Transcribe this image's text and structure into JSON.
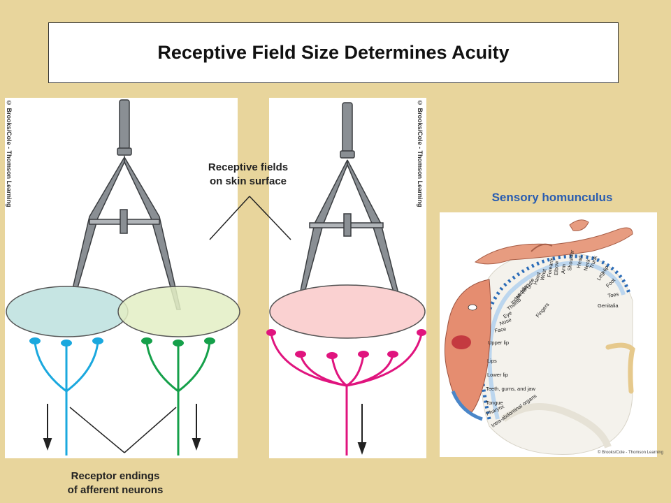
{
  "title": "Receptive Field Size Determines Acuity",
  "labels": {
    "receptive_fields_line1": "Receptive fields",
    "receptive_fields_line2": "on skin surface",
    "receptor_endings_line1": "Receptor endings",
    "receptor_endings_line2": "of afferent neurons",
    "sensory_homunculus": "Sensory homunculus"
  },
  "copyright": "© Brooks/Cole - Thomson Learning",
  "homunculus_body_parts": [
    "Hip",
    "Leg",
    "Trunk",
    "Neck",
    "Head",
    "Foot",
    "Toes",
    "Shoulder",
    "Arm",
    "Elbow",
    "Genitalia",
    "Forearm",
    "Wrist",
    "Hand",
    "Little",
    "Ring",
    "Middle",
    "Index",
    "Thumb",
    "Eye",
    "Nose",
    "Face",
    "Fingers",
    "Upper lip",
    "Lips",
    "Lower lip",
    "Teeth, gums, and jaw",
    "Tongue",
    "Pharynx",
    "Intra-abdominal organs"
  ],
  "colors": {
    "background": "#e8d59c",
    "field_blue": "#c6e5e3",
    "field_green": "#e3efc4",
    "field_pink": "#fad1d1",
    "neuron_blue": "#1aa8de",
    "neuron_green": "#15a04a",
    "neuron_pink": "#e0147e",
    "homunculus_label": "#2a5db0"
  }
}
